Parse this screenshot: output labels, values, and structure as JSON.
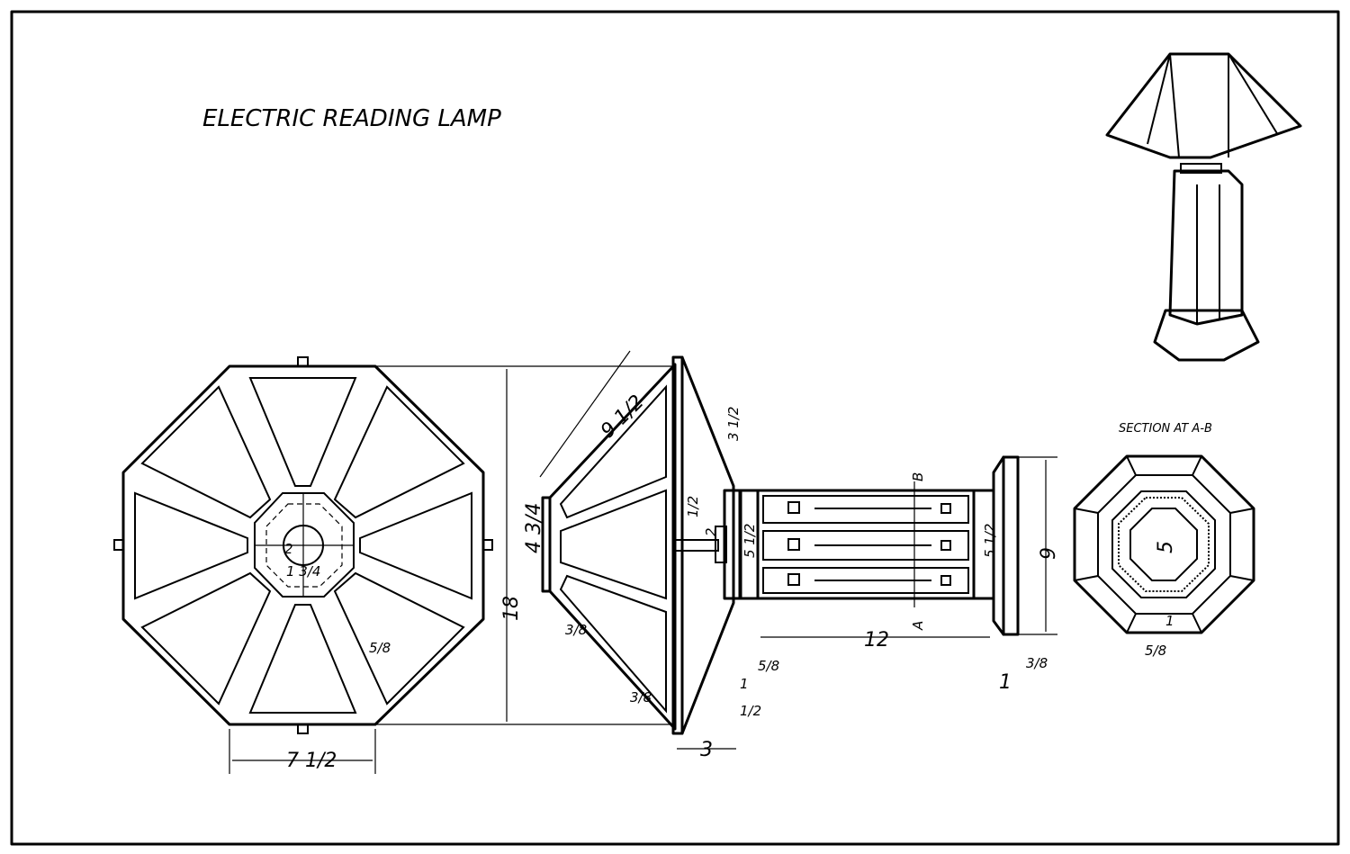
{
  "title": "ELECTRIC READING LAMP",
  "section_label": "SECTION AT A-B",
  "section_marks": {
    "a": "A",
    "b": "B"
  },
  "dimensions": {
    "top_view_side": "7 1/2",
    "top_view_center_hole": "2",
    "top_view_inner": "1 3/4",
    "top_view_frame": "5/8",
    "overall_height": "18",
    "shade_slant": "9 1/2",
    "shade_top": "4 3/4",
    "shade_top_thickness": "3/8",
    "shade_bottom_lip": "3/8",
    "shade_depth": "3",
    "shade_brace": "3 1/2",
    "stem_half": "1/2",
    "stem_length": "2",
    "collar": "5 1/2",
    "collar_5_8": "5/8",
    "collar_1": "1",
    "collar_half": "1/2",
    "column_length": "12",
    "base_width": "9",
    "column_width": "5 1/2",
    "base_3_8": "3/8",
    "base_1": "1",
    "section_inner": "5",
    "section_1": "1",
    "section_5_8": "5/8"
  }
}
